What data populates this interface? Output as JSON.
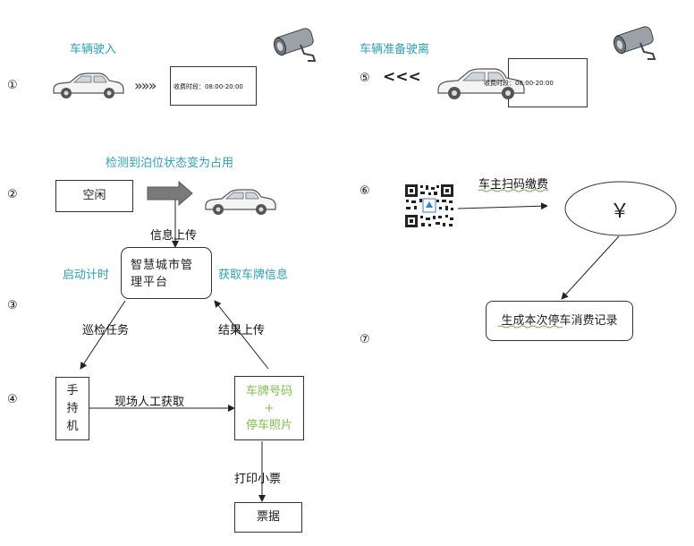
{
  "steps": {
    "s1": {
      "num": "①",
      "title": "车辆驶入",
      "arrows": "»»»",
      "ticket": "收费时段：08:00-20:00"
    },
    "s2": {
      "num": "②",
      "title": "检测到泊位状态变为占用",
      "idle": "空闲"
    },
    "s3": {
      "num": "③",
      "upload_info": "信息上传",
      "start_timing": "启动计时",
      "get_plate": "获取车牌信息",
      "platform_line1": "智慧城市管",
      "platform_line2": "理平台",
      "patrol": "巡检任务",
      "result_upload": "结果上传"
    },
    "s4": {
      "num": "④",
      "handheld_1": "手",
      "handheld_2": "持",
      "handheld_3": "机",
      "manual": "现场人工获取",
      "plate": "车牌号码",
      "plus": "+",
      "photo": "停车照片",
      "print": "打印小票",
      "receipt": "票据"
    },
    "s5": {
      "num": "⑤",
      "title": "车辆准备驶离",
      "arrows": "<<<",
      "ticket": "收费时段：08:00-20:00"
    },
    "s6": {
      "num": "⑥",
      "scan_pay": "车主扫码缴费",
      "yen": "￥"
    },
    "s7": {
      "num": "⑦",
      "record": "生成本次停车消费记录"
    }
  },
  "colors": {
    "accent": "#2aa3b5",
    "plate_text": "#7cc04b",
    "arrow_gray": "#777777"
  }
}
